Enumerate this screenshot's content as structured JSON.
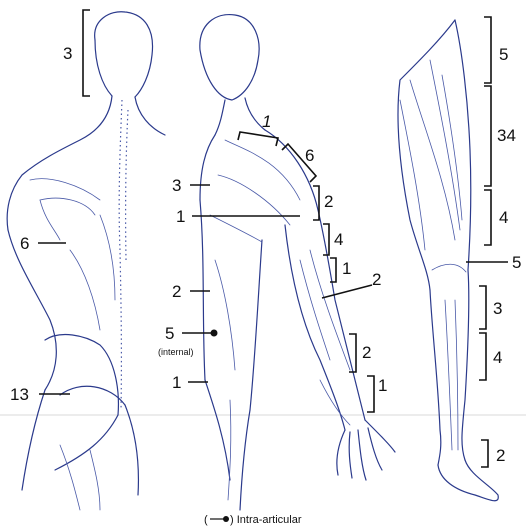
{
  "labels": {
    "back_head": "3",
    "back_scapula": "6",
    "back_gluteal": "13",
    "front_clavicle": "1",
    "front_shoulder": "6",
    "front_chest": "3",
    "front_pectoral": "1",
    "front_upper_arm_a": "2",
    "front_upper_arm_b": "4",
    "front_elbow": "1",
    "front_forearm_lat": "2",
    "front_abdomen": "2",
    "front_internal": "5",
    "front_internal_note": "(internal)",
    "front_groin": "1",
    "front_forearm_a": "2",
    "front_forearm_b": "1",
    "leg_hip": "5",
    "leg_thigh": "34",
    "leg_knee_upper": "4",
    "leg_knee": "5",
    "leg_shin_a": "3",
    "leg_shin_b": "4",
    "leg_ankle": "2"
  },
  "legend": {
    "open": "(",
    "text": ") Intra-articular"
  },
  "colors": {
    "outline": "#2b3a8c",
    "annotation": "#111111"
  }
}
